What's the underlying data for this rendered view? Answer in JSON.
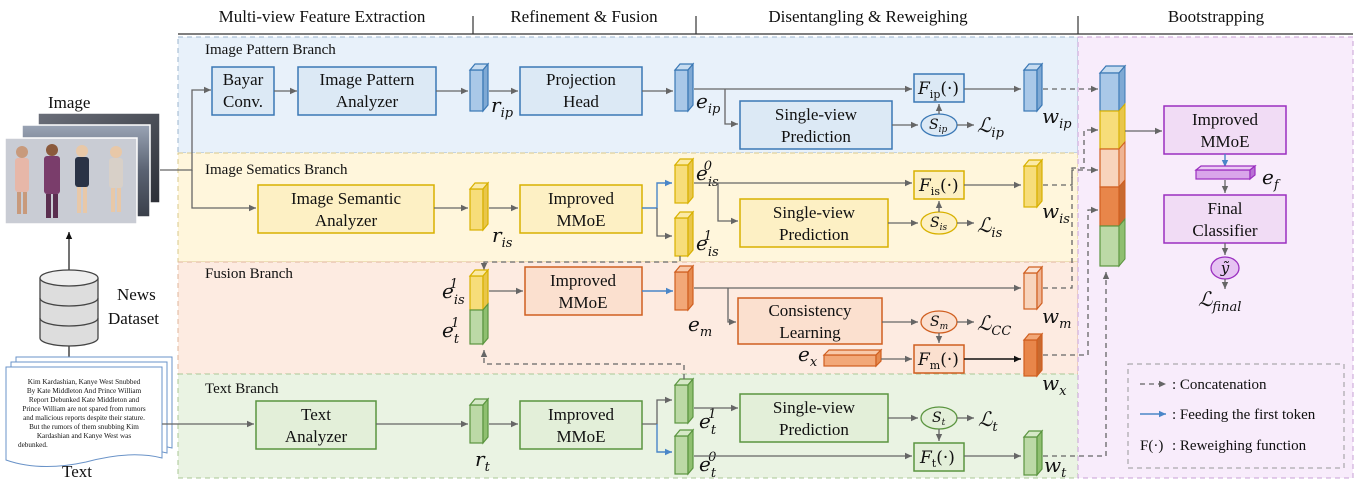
{
  "headers": {
    "h1": "Multi-view Feature Extraction",
    "h2": "Refinement & Fusion",
    "h3": "Disentangling & Reweighing",
    "h4": "Bootstrapping"
  },
  "branches": {
    "image_pattern": "Image Pattern Branch",
    "image_semantics": "Image Sematics Branch",
    "fusion": "Fusion Branch",
    "text": "Text Branch"
  },
  "boxes": {
    "bayar_1": "Bayar",
    "bayar_2": "Conv.",
    "ipa_1": "Image Pattern",
    "ipa_2": "Analyzer",
    "proj_1": "Projection",
    "proj_2": "Head",
    "svp_ip_1": "Single-view",
    "svp_ip_2": "Prediction",
    "isa_1": "Image Semantic",
    "isa_2": "Analyzer",
    "mmoe_is_1": "Improved",
    "mmoe_is_2": "MMoE",
    "svp_is_1": "Single-view",
    "svp_is_2": "Prediction",
    "mmoe_f_1": "Improved",
    "mmoe_f_2": "MMoE",
    "cons_1": "Consistency",
    "cons_2": "Learning",
    "ta_1": "Text",
    "ta_2": "Analyzer",
    "mmoe_t_1": "Improved",
    "mmoe_t_2": "MMoE",
    "svp_t_1": "Single-view",
    "svp_t_2": "Prediction",
    "mmoe_b_1": "Improved",
    "mmoe_b_2": "MMoE",
    "fc_1": "Final",
    "fc_2": "Classifier"
  },
  "inputs": {
    "image_label": "Image",
    "text_label": "Text",
    "dataset_1": "News",
    "dataset_2": "Dataset",
    "news_lines": [
      "Kim Kardashian, Kanye West Snubbed",
      "By Kate Middleton And Prince William",
      "Report Debunked Kate Middleton and",
      "Prince William are not spared from rumors",
      "and malicious reports despite their stature.",
      "But the rumors of them snubbing Kim",
      "Kardashian and Kanye West was",
      "debunked."
    ]
  },
  "math": {
    "r_ip": "r",
    "r_ip_sub": "ip",
    "e_ip": "e",
    "e_ip_sub": "ip",
    "w_ip": "w",
    "w_ip_sub": "ip",
    "F_ip": "F",
    "F_ip_sub": "ip",
    "F_arg": "(·)",
    "S_ip": "S",
    "S_ip_sub": "ip",
    "L_ip": "ℒ",
    "L_ip_sub": "ip",
    "r_is": "r",
    "r_is_sub": "is",
    "e_is0": "e",
    "e_is0_sub": "is",
    "e_is0_sup": "0",
    "e_is1": "e",
    "e_is1_sub": "is",
    "e_is1_sup": "1",
    "F_is": "F",
    "F_is_sub": "is",
    "S_is": "S",
    "S_is_sub": "is",
    "L_is": "ℒ",
    "L_is_sub": "is",
    "w_is": "w",
    "w_is_sub": "is",
    "fe_is1": "e",
    "fe_is1_sub": "is",
    "fe_is1_sup": "1",
    "fe_t1": "e",
    "fe_t1_sub": "t",
    "fe_t1_sup": "1",
    "e_m": "e",
    "e_m_sub": "m",
    "S_m": "S",
    "S_m_sub": "m",
    "L_cc": "ℒ",
    "L_cc_sub": "CC",
    "w_m": "w",
    "w_m_sub": "m",
    "e_x": "e",
    "e_x_sub": "x",
    "F_m": "F",
    "F_m_sub": "m",
    "w_x": "w",
    "w_x_sub": "x",
    "r_t": "r",
    "r_t_sub": "t",
    "e_t1": "e",
    "e_t1_sub": "t",
    "e_t1_sup": "1",
    "e_t0": "e",
    "e_t0_sub": "t",
    "e_t0_sup": "0",
    "S_t": "S",
    "S_t_sub": "t",
    "L_t": "ℒ",
    "L_t_sub": "t",
    "F_t": "F",
    "F_t_sub": "t",
    "w_t": "w",
    "w_t_sub": "t",
    "e_f": "e",
    "e_f_sub": "f",
    "y_tilde": "ỹ",
    "L_final": "ℒ",
    "L_final_sub": "final"
  },
  "legend": {
    "concat": ": Concatenation",
    "feed": ": Feeding the first token",
    "reweigh_sym": "F(·)",
    "reweigh": ": Reweighing function"
  },
  "colors": {
    "blue_fill": "#dce9f5",
    "blue_stroke": "#3a78b5",
    "yellow_fill": "#fdf0c4",
    "yellow_stroke": "#d8b100",
    "orange_fill": "#fbe0cf",
    "orange_stroke": "#d05f20",
    "green_fill": "#e3efd9",
    "green_stroke": "#5b9540",
    "purple_fill": "#f1dcf5",
    "purple_stroke": "#9b2fc0",
    "feed_arrow": "#4a86c8"
  }
}
